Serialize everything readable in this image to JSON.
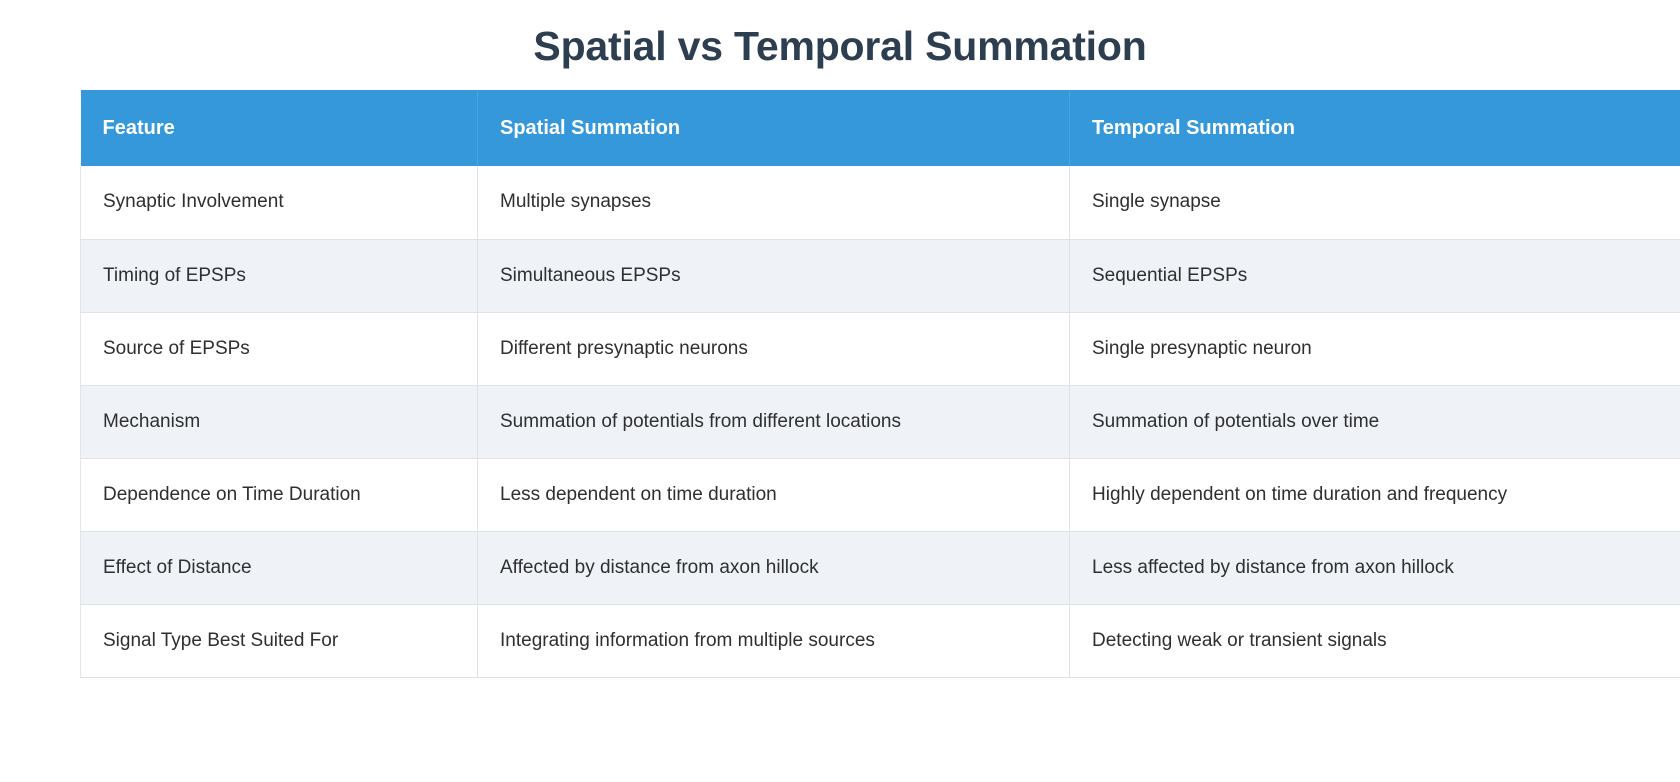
{
  "title": "Spatial vs Temporal Summation",
  "theme": {
    "header_bg": "#3498db",
    "header_text": "#ffffff",
    "title_color": "#2c3e50",
    "row_odd_bg": "#ffffff",
    "row_even_bg": "#eff3f8",
    "body_text": "#2f2f2f",
    "border": "#dfe3e6",
    "page_bg": "#ffffff"
  },
  "table": {
    "columns": [
      "Feature",
      "Spatial Summation",
      "Temporal Summation"
    ],
    "rows": [
      {
        "feature": "Synaptic Involvement",
        "spatial": "Multiple synapses",
        "temporal": "Single synapse"
      },
      {
        "feature": "Timing of EPSPs",
        "spatial": "Simultaneous EPSPs",
        "temporal": "Sequential EPSPs"
      },
      {
        "feature": "Source of EPSPs",
        "spatial": "Different presynaptic neurons",
        "temporal": "Single presynaptic neuron"
      },
      {
        "feature": "Mechanism",
        "spatial": "Summation of potentials from different locations",
        "temporal": "Summation of potentials over time"
      },
      {
        "feature": "Dependence on Time Duration",
        "spatial": "Less dependent on time duration",
        "temporal": "Highly dependent on time duration and frequency"
      },
      {
        "feature": "Effect of Distance",
        "spatial": "Affected by distance from axon hillock",
        "temporal": "Less affected by distance from axon hillock"
      },
      {
        "feature": "Signal Type Best Suited For",
        "spatial": "Integrating information from multiple sources",
        "temporal": "Detecting weak or transient signals"
      }
    ]
  }
}
